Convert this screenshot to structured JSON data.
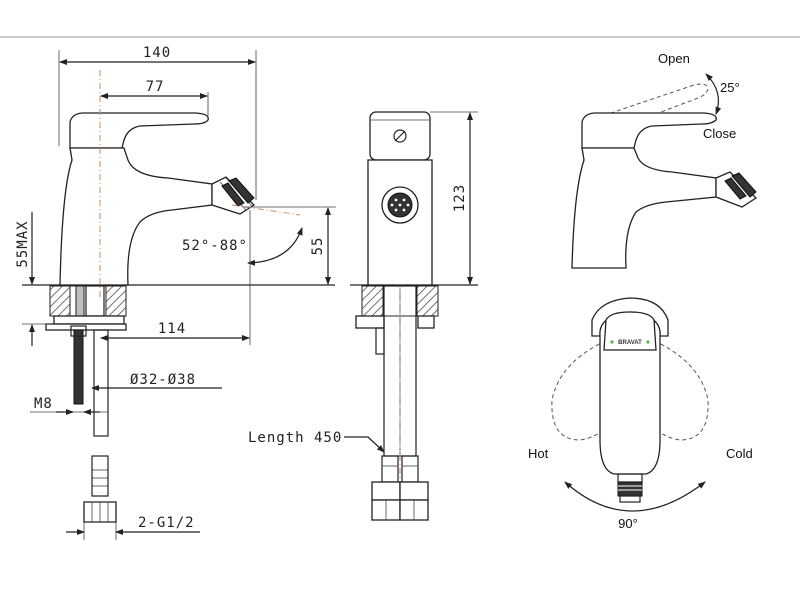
{
  "dimensions": {
    "overall_length": "140",
    "lever_length": "77",
    "spout_height": "55",
    "max_deck_thickness": "55MAX",
    "spout_angle": "52°-88°",
    "spout_reach": "114",
    "hole_diameter": "Ø32-Ø38",
    "stud_thread": "M8",
    "hose_thread": "2-G1/2",
    "total_height": "123",
    "hose_length": "Length 450"
  },
  "rotation": {
    "open_label": "Open",
    "close_label": "Close",
    "lever_angle": "25°",
    "hot_label": "Hot",
    "cold_label": "Cold",
    "swivel_angle": "90°"
  },
  "brand_mark": "BRAVAT"
}
